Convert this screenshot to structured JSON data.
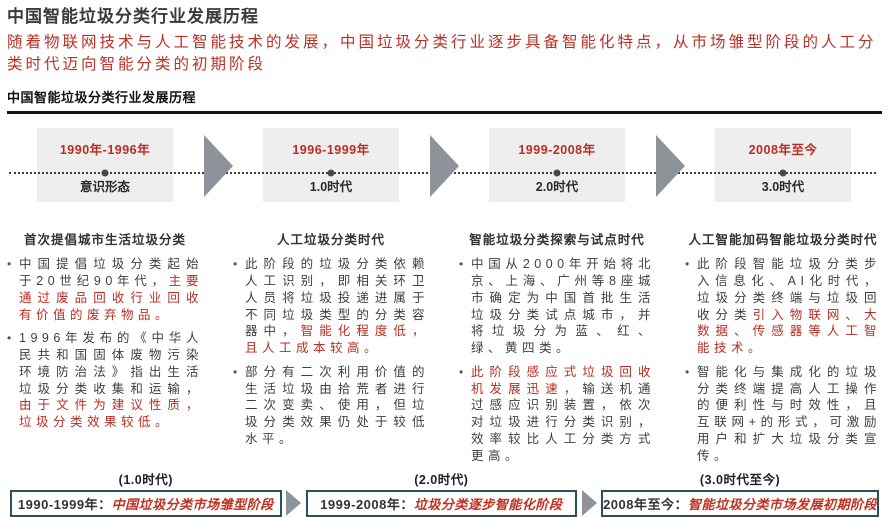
{
  "header": {
    "title": "中国智能垃圾分类行业发展历程",
    "subtitle": "随着物联网技术与人工智能技术的发展，中国垃圾分类行业逐步具备智能化特点，从市场雏型阶段的人工分类时代迈向智能分类的初期阶段",
    "section_header": "中国智能垃圾分类行业发展历程"
  },
  "colors": {
    "accent_red": "#b92d23",
    "arrow_gray": "#8d9399",
    "stage_box_bg": "#eeeeee",
    "footer_border_teal": "#28505e",
    "text_dark": "#3b3b3b"
  },
  "icons": {
    "stage_marker": "timeline-dot-icon (filled circle)",
    "between_stages": "arrow-right-icon (gray triangle)"
  },
  "timeline": {
    "stages": [
      {
        "period": "1990年-1996年",
        "era": "意识形态"
      },
      {
        "period": "1996-1999年",
        "era": "1.0时代"
      },
      {
        "period": "1999-2008年",
        "era": "2.0时代"
      },
      {
        "period": "2008年至今",
        "era": "3.0时代"
      }
    ]
  },
  "columns": [
    {
      "heading": "首次提倡城市生活垃圾分类",
      "bullets": [
        {
          "segments": [
            {
              "text": "中国提倡垃圾分类起始于20世纪90年代，",
              "red": false
            },
            {
              "text": "主要通过废品回收行业回收有价值的废弃物品。",
              "red": true
            }
          ]
        },
        {
          "segments": [
            {
              "text": "1996年发布的《中华人民共和国固体废物污染环境防治法》指出生活垃圾分类收集和运输，",
              "red": false
            },
            {
              "text": "由于文件为建议性质，垃圾分类效果较低。",
              "red": true
            }
          ]
        }
      ]
    },
    {
      "heading": "人工垃圾分类时代",
      "bullets": [
        {
          "segments": [
            {
              "text": "此阶段的垃圾分类依赖人工识别，即相关环卫人员将垃圾投递进属于不同垃圾类型的分类容器中，",
              "red": false
            },
            {
              "text": "智能化程度低，且人工成本较高。",
              "red": true
            }
          ]
        },
        {
          "segments": [
            {
              "text": "部分有二次利用价值的生活垃圾由拾荒者进行二次变卖、使用，但垃圾分类效果仍处于较低水平。",
              "red": false
            }
          ]
        }
      ]
    },
    {
      "heading": "智能垃圾分类探索与试点时代",
      "bullets": [
        {
          "segments": [
            {
              "text": "中国从2000年开始将北京、上海、广州等8座城市确定为中国首批生活垃圾分类试点城市，并将垃圾分为蓝、红、绿、黄四类。",
              "red": false
            }
          ]
        },
        {
          "segments": [
            {
              "text": "此阶段感应式垃圾回收机发展迅速，",
              "red": true
            },
            {
              "text": "输送机通过感应识别装置，依次对垃圾进行分类识别，效率较比人工分类方式更高。",
              "red": false
            }
          ]
        }
      ]
    },
    {
      "heading": "人工智能加码智能垃圾分类时代",
      "bullets": [
        {
          "segments": [
            {
              "text": "此阶段智能垃圾分类步入信息化、AI化时代，垃圾分类终端与垃圾回收分类",
              "red": false
            },
            {
              "text": "引入物联网、大数据、传感器等人工智能技术。",
              "red": true
            }
          ]
        },
        {
          "segments": [
            {
              "text": "智能化与集成化的垃圾分类终端提高人工操作的便利性与时效性，且互联网+的形式，可激励用户和扩大垃圾分类宣传。",
              "red": false
            }
          ]
        }
      ]
    }
  ],
  "footer": {
    "items": [
      {
        "era_label": "(1.0时代)",
        "prefix": "1990-1999年：",
        "phase": "中国垃圾分类市场雏型阶段"
      },
      {
        "era_label": "(2.0时代)",
        "prefix": "1999-2008年：",
        "phase": "垃圾分类逐步智能化阶段"
      },
      {
        "era_label": "(3.0时代至今)",
        "prefix": "2008年至今：",
        "phase": "智能垃圾分类市场发展初期阶段"
      }
    ]
  }
}
